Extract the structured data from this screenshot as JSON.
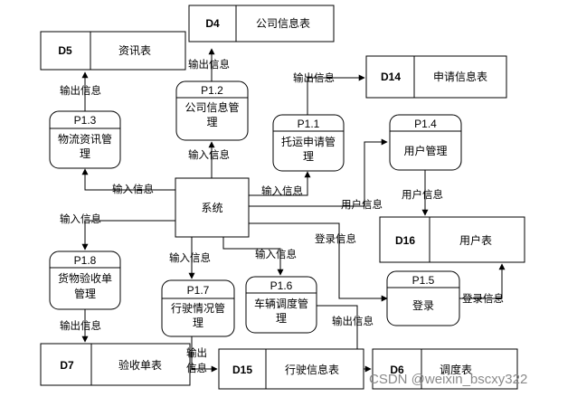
{
  "central": {
    "label": "系统"
  },
  "processes": [
    {
      "key": "p1_1",
      "id": "P1.1",
      "name_lines": [
        "托运申请管",
        "理"
      ]
    },
    {
      "key": "p1_2",
      "id": "P1.2",
      "name_lines": [
        "公司信息管",
        "理"
      ]
    },
    {
      "key": "p1_3",
      "id": "P1.3",
      "name_lines": [
        "物流资讯管",
        "理"
      ]
    },
    {
      "key": "p1_4",
      "id": "P1.4",
      "name_lines": [
        "用户管理"
      ]
    },
    {
      "key": "p1_5",
      "id": "P1.5",
      "name_lines": [
        "登录"
      ]
    },
    {
      "key": "p1_6",
      "id": "P1.6",
      "name_lines": [
        "车辆调度管",
        "理"
      ]
    },
    {
      "key": "p1_7",
      "id": "P1.7",
      "name_lines": [
        "行驶情况管",
        "理"
      ]
    },
    {
      "key": "p1_8",
      "id": "P1.8",
      "name_lines": [
        "货物验收单",
        "管理"
      ]
    }
  ],
  "stores": [
    {
      "key": "d4",
      "id": "D4",
      "name": "公司信息表"
    },
    {
      "key": "d5",
      "id": "D5",
      "name": "资讯表"
    },
    {
      "key": "d14",
      "id": "D14",
      "name": "申请信息表"
    },
    {
      "key": "d16",
      "id": "D16",
      "name": "用户表"
    },
    {
      "key": "d7",
      "id": "D7",
      "name": "验收单表"
    },
    {
      "key": "d15",
      "id": "D15",
      "name": "行驶信息表"
    },
    {
      "key": "d6",
      "id": "D6",
      "name": "调度表"
    }
  ],
  "flow_labels": {
    "out_p12_d4": "输出信息",
    "out_p13_d5": "输出信息",
    "out_p11_d14": "输出信息",
    "in_p12": "输入信息",
    "in_p13": "输入信息",
    "in_p11": "输入信息",
    "user_info_p14": "用户信息",
    "user_info_d16": "用户信息",
    "in_p18": "输入信息",
    "login_info": "登录信息",
    "in_p17": "输入信息",
    "in_p16": "输入信息",
    "login_info_d16": "登录信息",
    "out_p18_d7": "输出信息",
    "out_p16_d6": "输出信息",
    "out_p17_d15_line1": "输出",
    "out_p17_d15_line2": "信息"
  },
  "watermark": "CSDN @weixin_bscxy322"
}
